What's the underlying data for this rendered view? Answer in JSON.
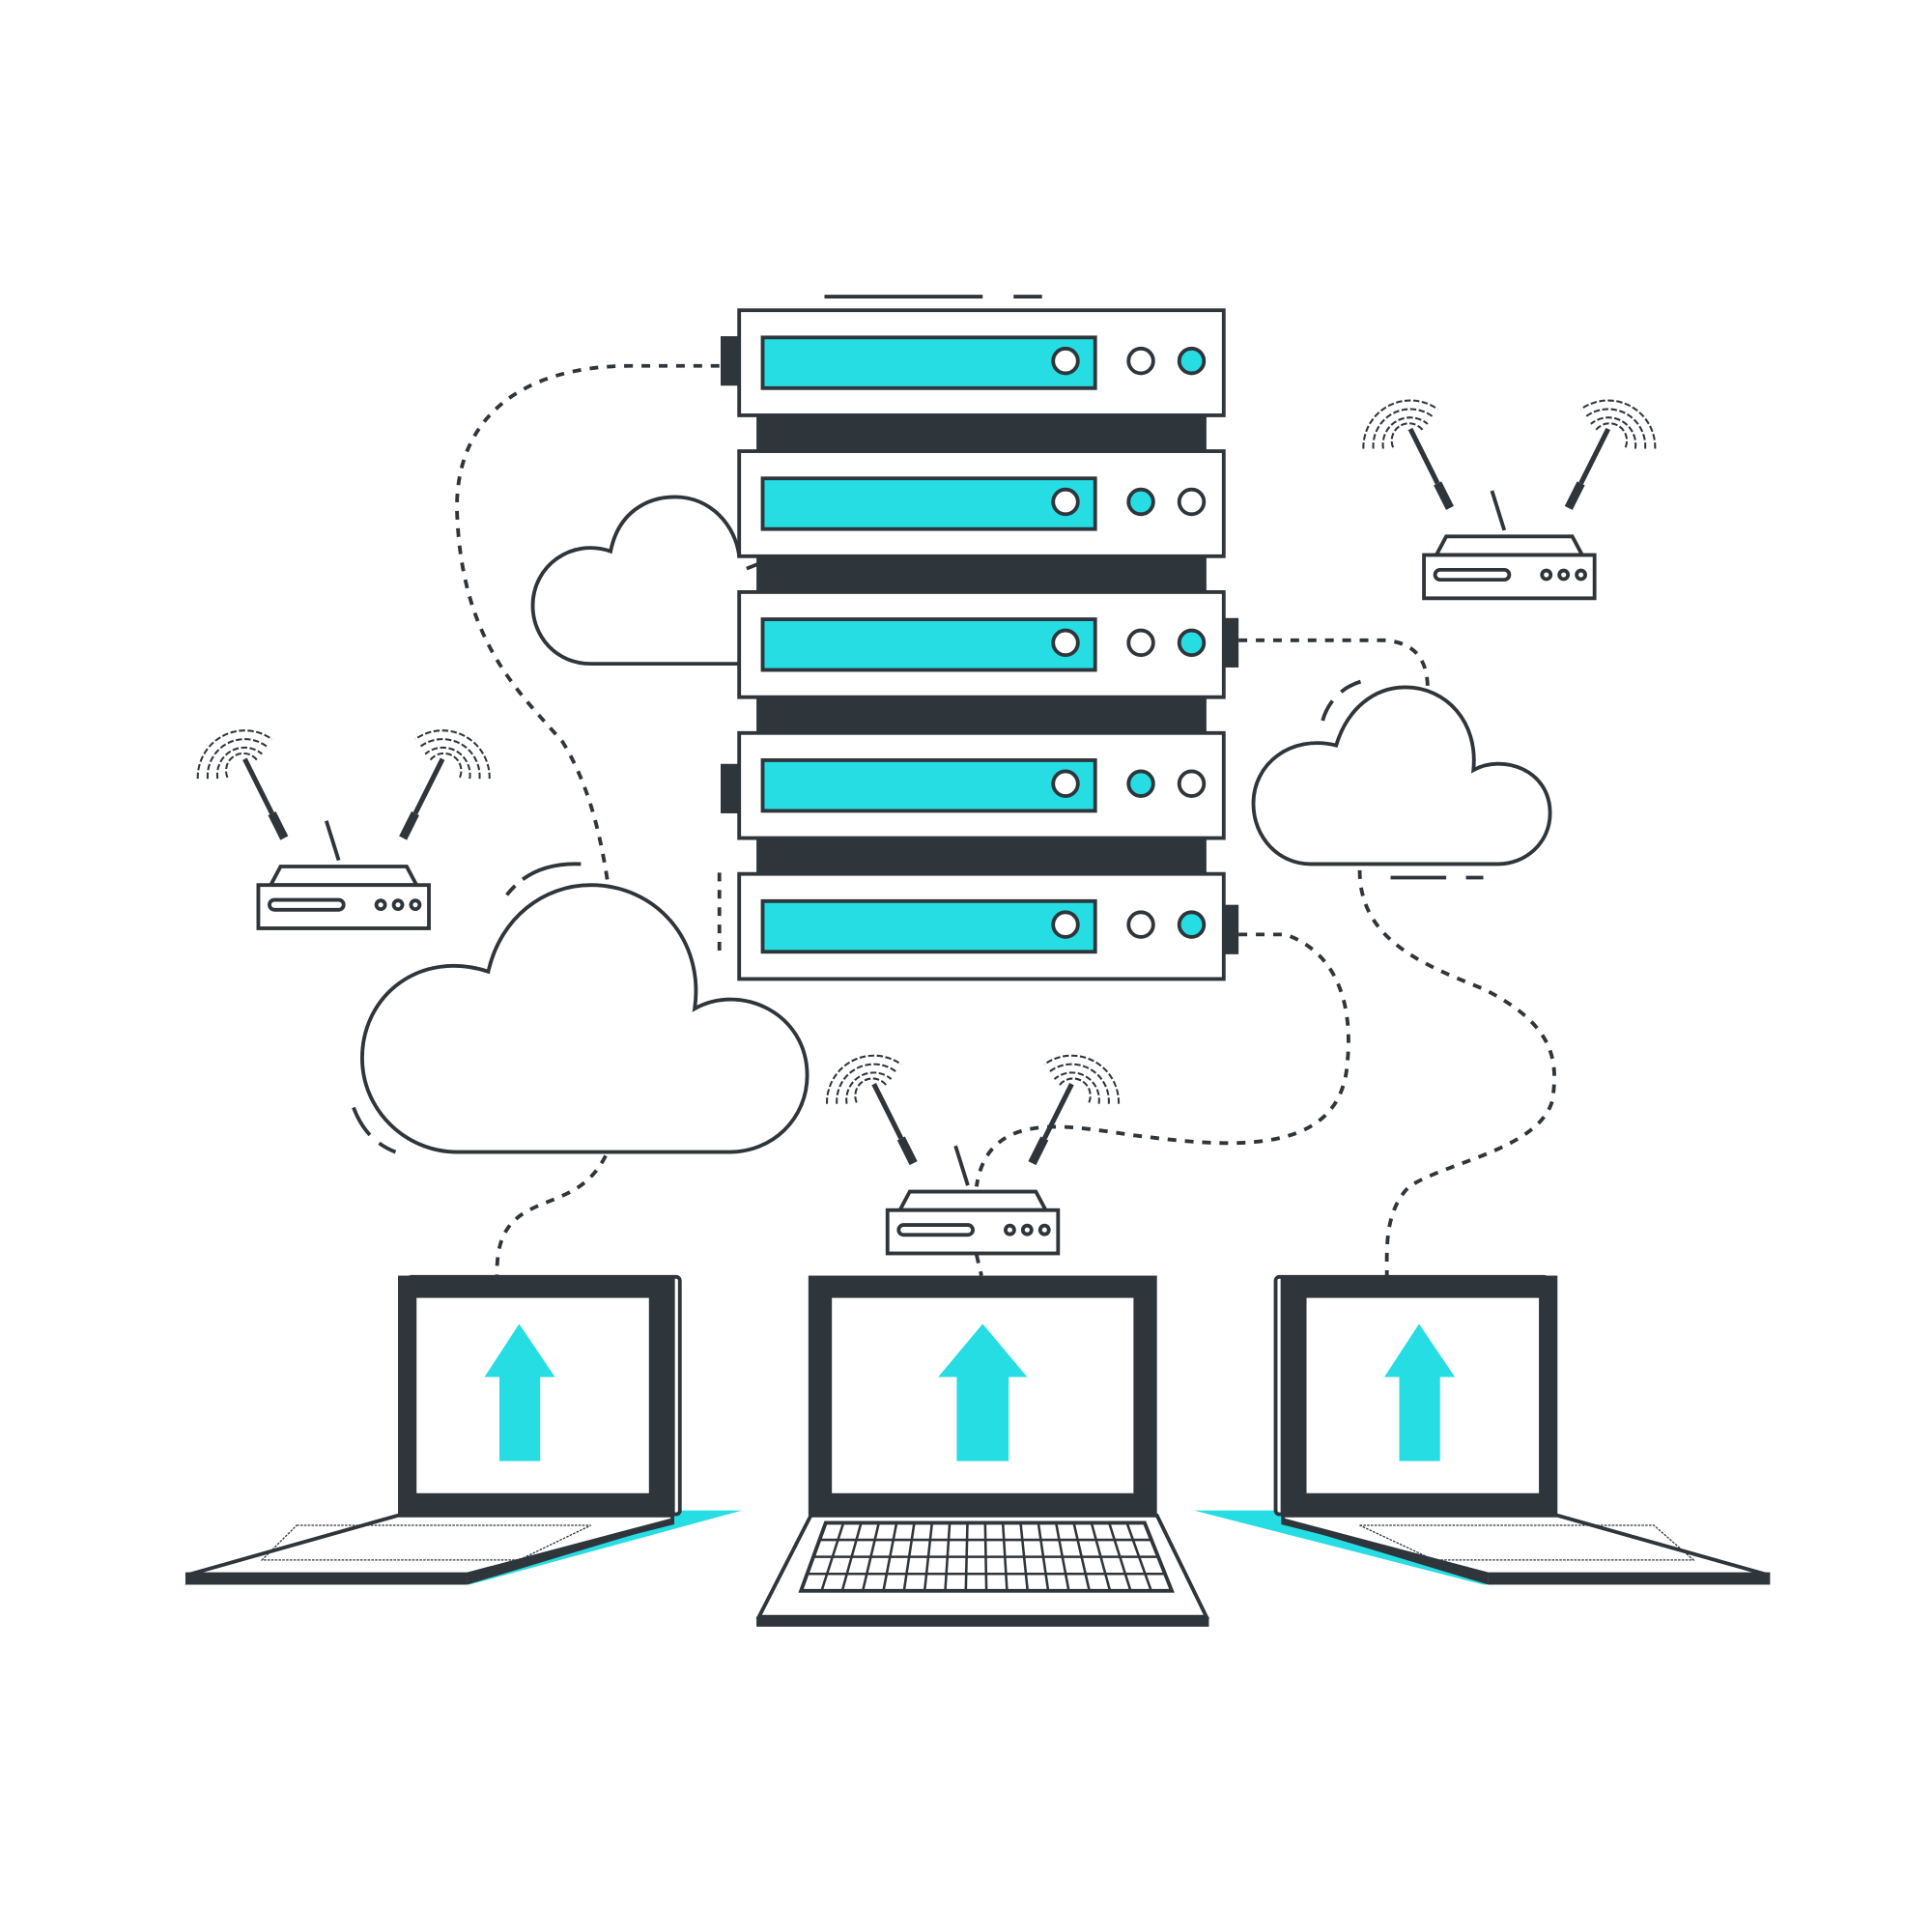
{
  "colors": {
    "accent": "#25dde2",
    "outline": "#2e353b",
    "background": "#ffffff"
  },
  "icons": [
    "server-rack-icon",
    "cloud-icon",
    "router-icon",
    "laptop-icon",
    "upload-arrow-icon"
  ],
  "server": {
    "units": 5,
    "lit_indicator": [
      "right",
      "middle",
      "right",
      "middle",
      "right"
    ]
  }
}
